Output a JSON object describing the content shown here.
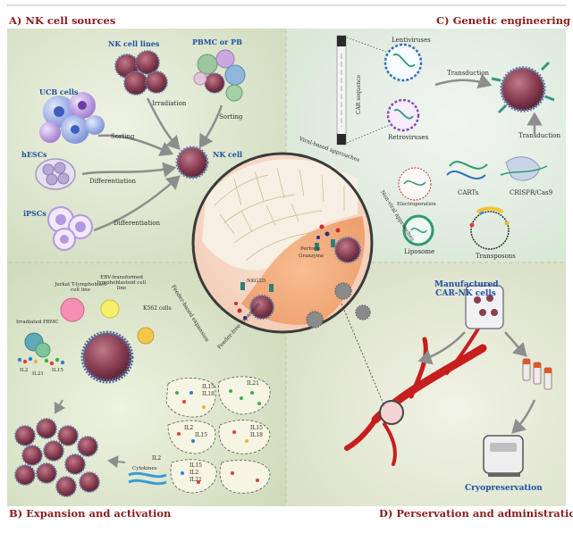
{
  "panels": {
    "a": {
      "title": "A) NK cell sources"
    },
    "b": {
      "title": "B) Expansion and activation"
    },
    "c": {
      "title": "C) Genetic engineering"
    },
    "d": {
      "title": "D) Perservation and administration"
    }
  },
  "sources": {
    "nk_cell_lines": "NK cell lines",
    "pbmc_or_pb": "PBMC or PB",
    "ucb_cells": "UCB cells",
    "irradiation": "Irradiation",
    "sorting": "Sorting",
    "hescs": "hESCs",
    "differentiation": "Differentiation",
    "nk_cell": "NK cell",
    "ipscs": "iPSCs"
  },
  "engineering": {
    "lentiviruses": "Lentiviruses",
    "retroviruses": "Retroviruses",
    "car_sequence": "CAR sequence",
    "transduction": "Transduction",
    "viral_based": "Viral-based approaches",
    "non_viral": "Non-viral approaches",
    "electroporation": "Electroporation",
    "carts": "CARTs",
    "crispr": "CRISPR/Cas9",
    "liposome": "Liposome",
    "transposons": "Transposons"
  },
  "center": {
    "nkg2d": "NKG2D",
    "perforin": "Perforin",
    "granzyme": "Granzyme"
  },
  "expansion": {
    "jurkat": "Jurkat T-lymphoblast cell line",
    "ebv": "EBV-transformed lymphoblastoid cell line",
    "k562": "K562 cells",
    "irradiated_pbmc": "Irradiated PBMC",
    "il2": "IL2",
    "il21": "IL21",
    "il15": "IL15",
    "il18": "IL18",
    "feeder_based": "Feeder-based expansion",
    "feeder_free": "Feeder-free expansion",
    "cytokines": "Cytokines"
  },
  "administration": {
    "manufactured": "Manufactured CAR-NK cells",
    "cryo": "Cryopreservation"
  },
  "colors": {
    "title": "#8b1c1c",
    "label_blue": "#1f4fa3",
    "panel_a": "#dde6cf",
    "panel_b": "#dfe8cd",
    "panel_c": "#e6efe4",
    "panel_d": "#e9ecdc",
    "nk_cell": "#8a3f52",
    "vessel": "#c81e1e"
  }
}
